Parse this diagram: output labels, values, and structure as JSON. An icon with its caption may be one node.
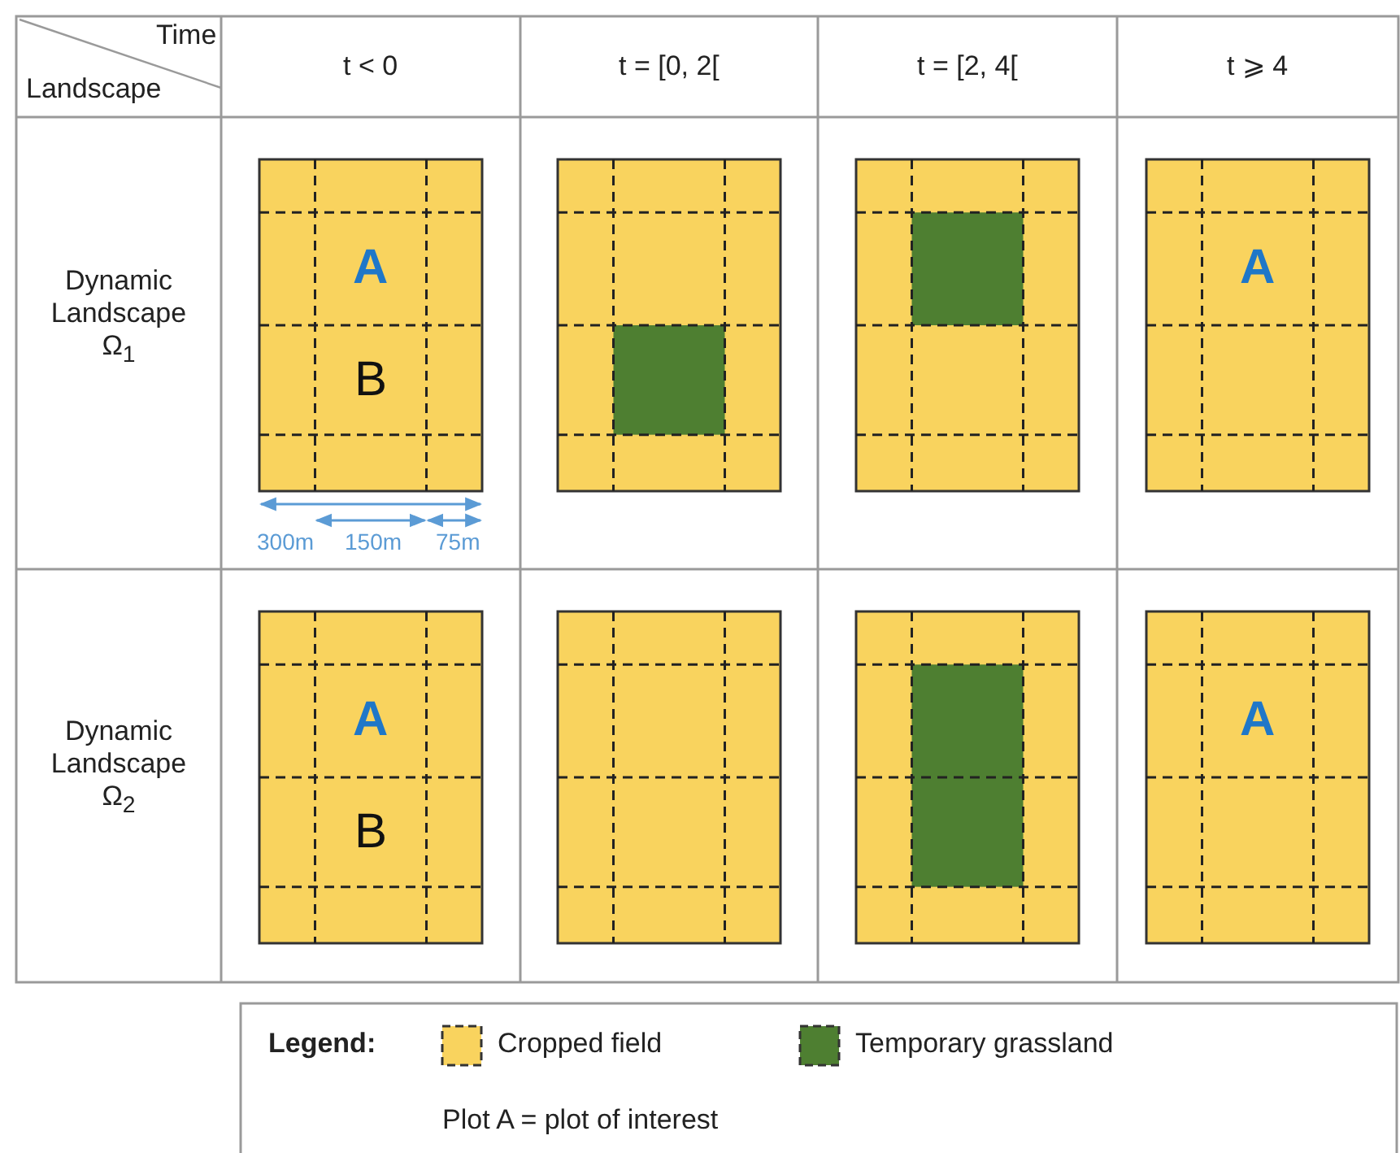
{
  "diagram": {
    "labels": [
      "Time",
      "Landscape",
      "t < 0",
      "t = [0, 2[",
      "t = [2, 4[",
      "t ⩾ 4",
      "Dynamic Landscape Ω$_{1}$",
      "A",
      "B",
      "300m",
      "150m",
      "75m",
      "A",
      "Dynamic Landscape Ω$_{2}$",
      "A",
      "B",
      "A",
      "Legend:",
      "Plot A = plot of interest"
    ],
    "legend": [
      {
        "text": "Cropped field",
        "color": "#f9d35e"
      },
      {
        "text": "Temporary grassland",
        "color": "#4e7f31"
      }
    ]
  }
}
